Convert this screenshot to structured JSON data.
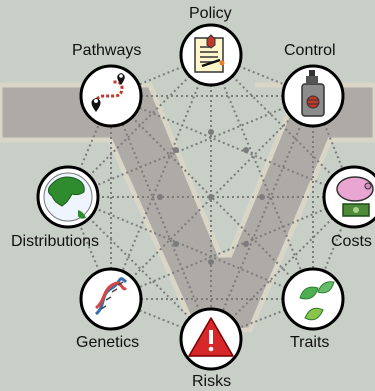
{
  "diagram": {
    "colors": {
      "background": "#c7cfc6",
      "watermark": "#9b8f8f",
      "watermark_outline": "#e8dcc8",
      "connector": "#7c7c7c",
      "node_fill": "#ffffff",
      "node_stroke": "#000000"
    },
    "nodes": [
      {
        "id": "policy",
        "label": "Policy",
        "icon": "certificate-document-icon"
      },
      {
        "id": "control",
        "label": "Control",
        "icon": "spray-can-icon"
      },
      {
        "id": "costs",
        "label": "Costs",
        "icon": "piggy-bank-money-icon"
      },
      {
        "id": "traits",
        "label": "Traits",
        "icon": "leaves-icon"
      },
      {
        "id": "risks",
        "label": "Risks",
        "icon": "warning-triangle-icon"
      },
      {
        "id": "genetics",
        "label": "Genetics",
        "icon": "dna-helix-icon"
      },
      {
        "id": "distributions",
        "label": "Distributions",
        "icon": "globe-icon"
      },
      {
        "id": "pathways",
        "label": "Pathways",
        "icon": "route-map-pins-icon"
      }
    ]
  }
}
